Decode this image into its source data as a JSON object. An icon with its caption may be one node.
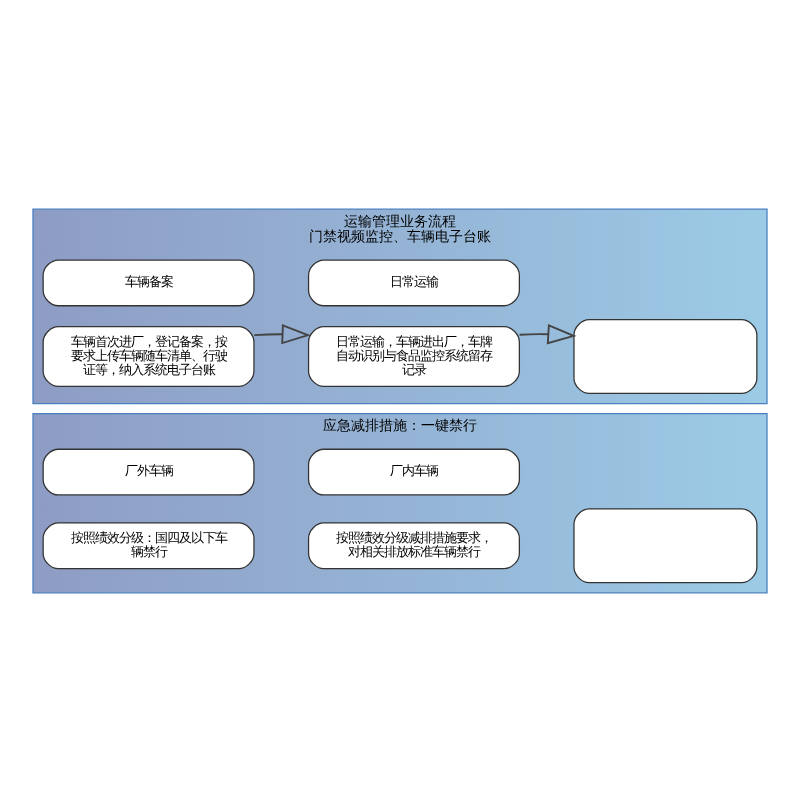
{
  "diagram": {
    "nodes": [
      {
        "text": [
          "运输管理业务流程",
          "门禁视频监控、车辆电子台账"
        ]
      },
      {
        "text": [
          "车辆备案"
        ],
        "in": 0
      },
      {
        "text": [
          "车辆首次进厂，登记备案，按要求上传车辆随车清单、行驶证等，纳入系统电子台账"
        ],
        "in": 0
      },
      {
        "text": [
          "日常运输"
        ],
        "in": 0
      },
      {
        "text": [
          "日常运输，车辆进出厂，车牌自动识别与食品监控系统留存记录"
        ],
        "in": 0
      },
      {
        "text": [],
        "shape": "box",
        "in": 0
      },
      {
        "text": [
          "应急减排措施：一键禁行"
        ]
      },
      {
        "text": [
          "厂外车辆"
        ],
        "in": 6
      },
      {
        "text": [
          "按照绩效分级：国四及以下车辆禁行"
        ],
        "in": 6
      },
      {
        "text": [
          "厂内车辆"
        ],
        "in": 6
      },
      {
        "text": [
          "按照绩效分级减排措施要求，对相关排放标准车辆禁行"
        ],
        "in": 6
      },
      {
        "text": [],
        "shape": "box",
        "in": 6
      }
    ],
    "edges": [
      {
        "from": 2,
        "to": 4,
        "arrow": "to"
      },
      {
        "from": 4,
        "to": 5,
        "arrow": "to"
      }
    ]
  }
}
